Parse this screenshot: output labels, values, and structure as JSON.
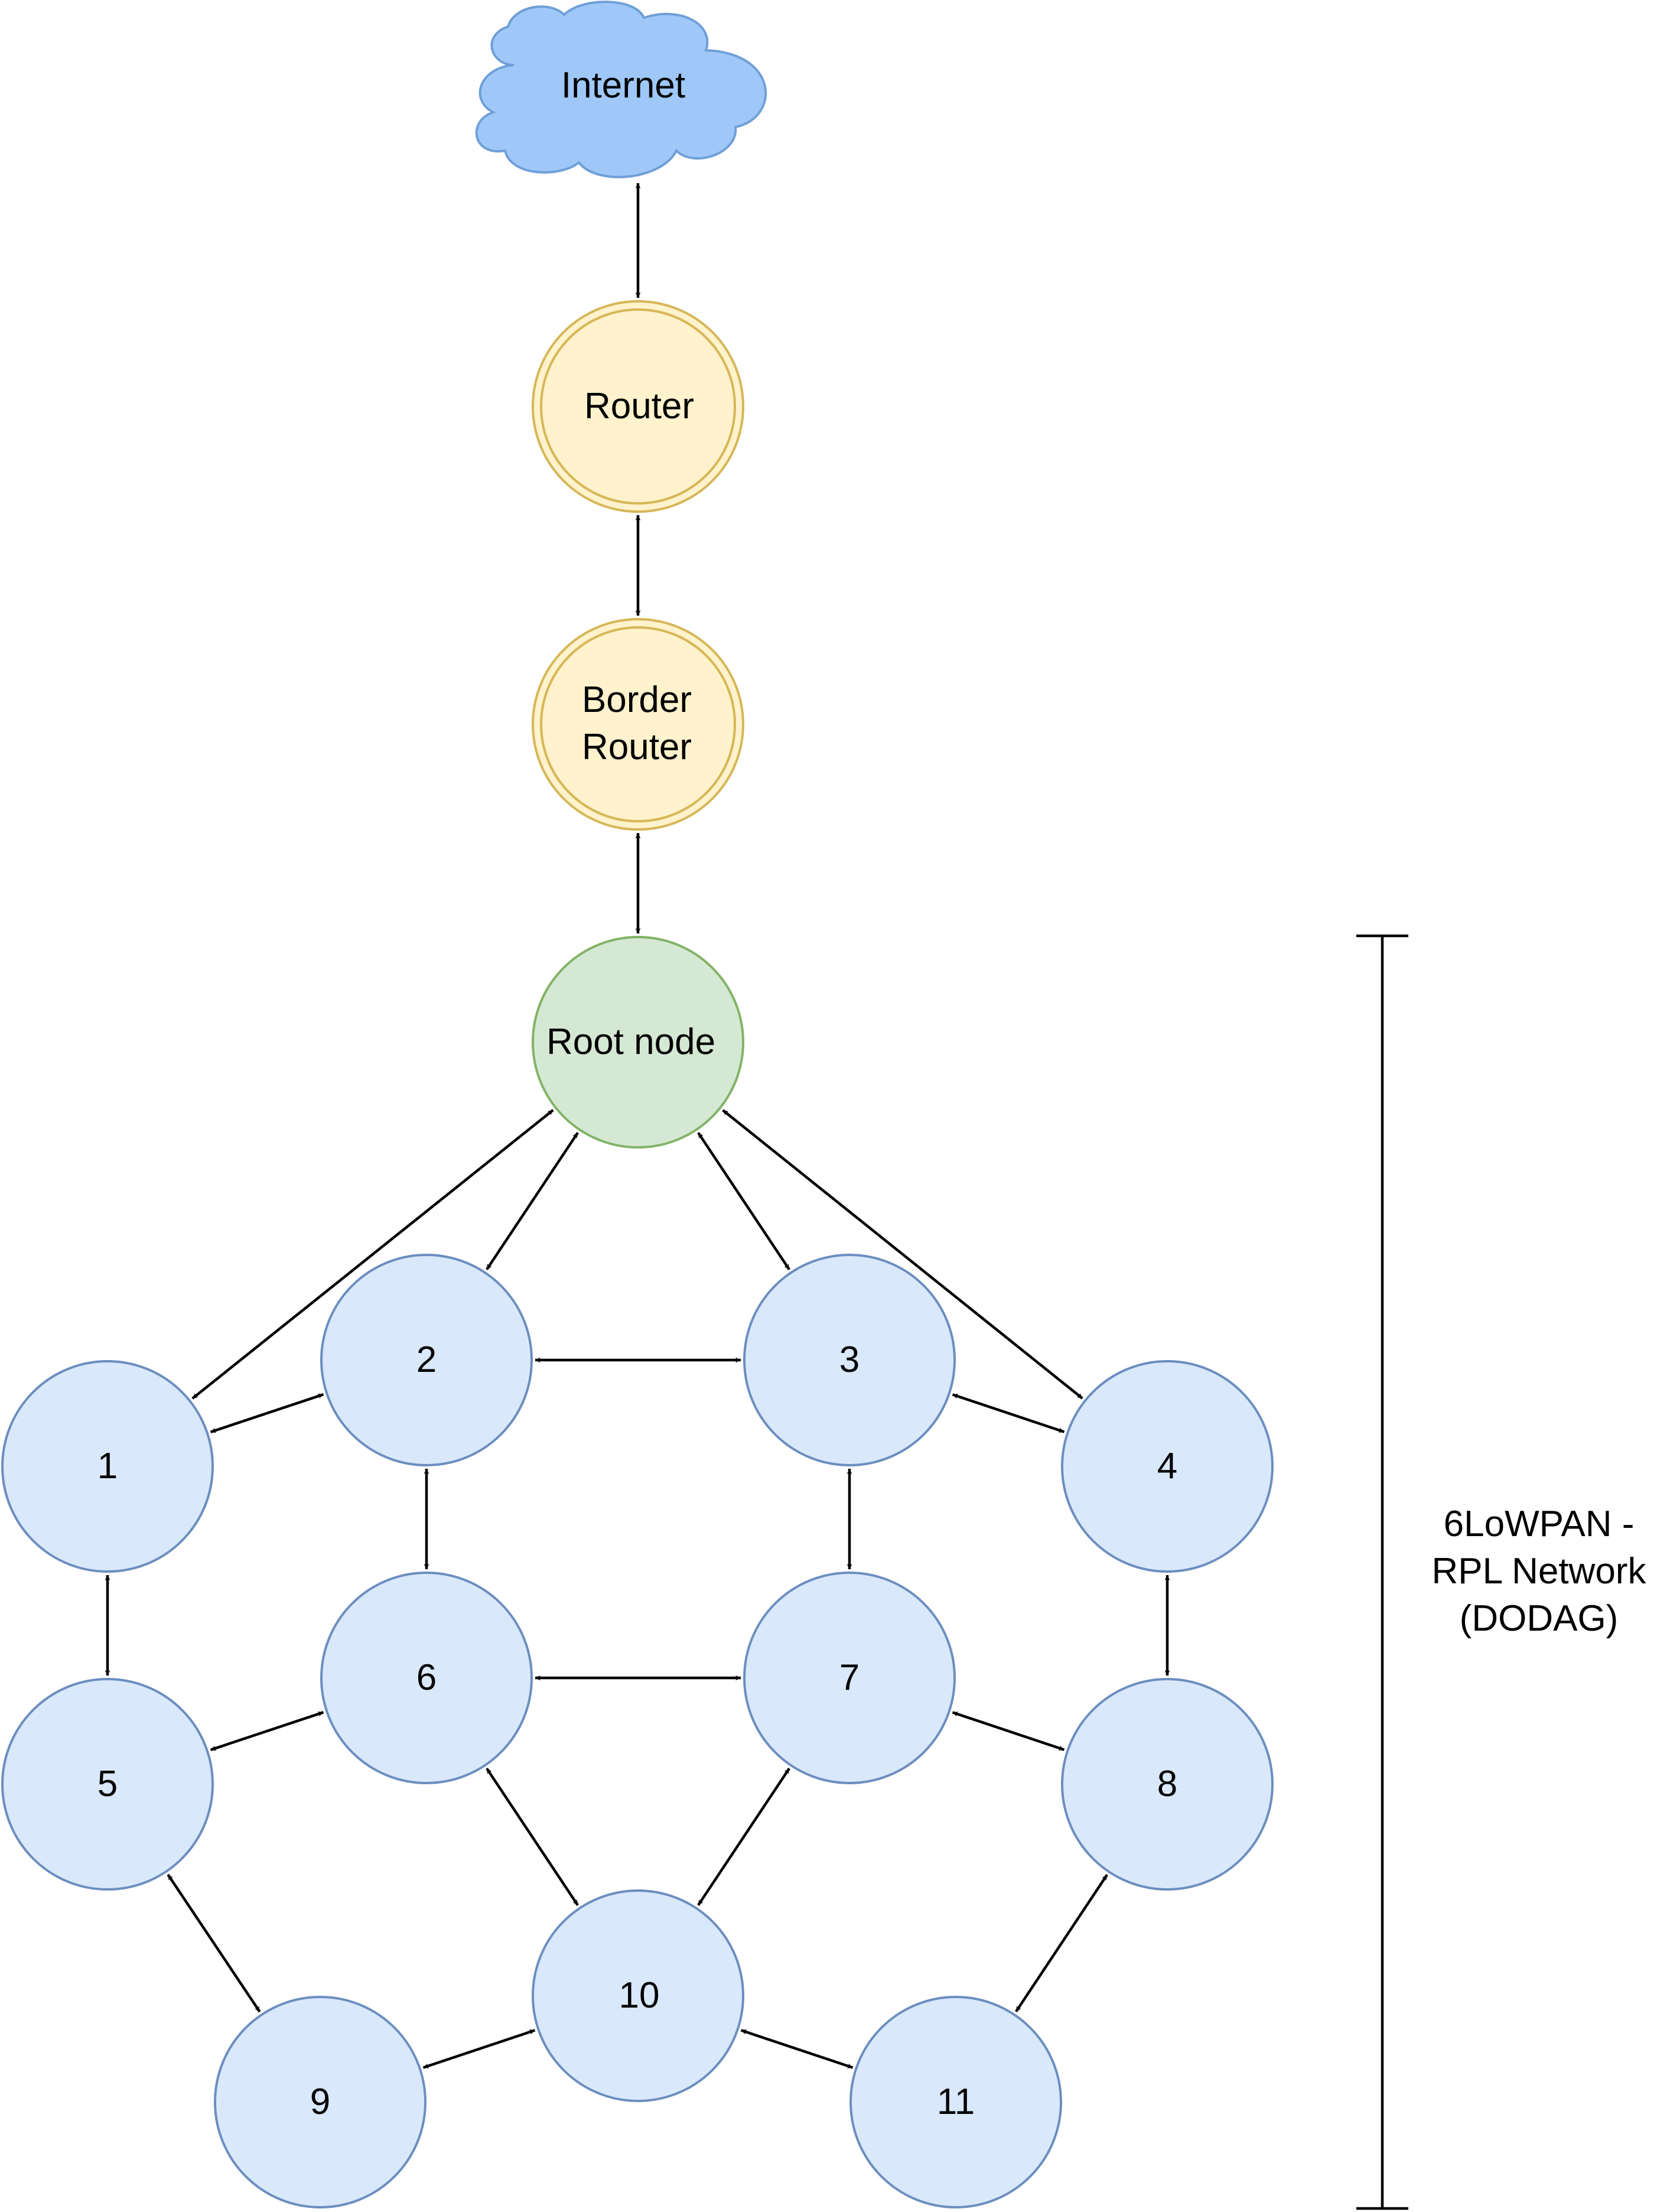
{
  "colors": {
    "cloud_fill": "#9fc8f8",
    "cloud_stroke": "#6f9fd8",
    "router_fill": "#fff2cc",
    "router_stroke": "#d6b656",
    "root_fill": "#d5e8d4",
    "root_stroke": "#82b366",
    "node_fill": "#dae8fc",
    "node_stroke": "#6c8ebf",
    "edge": "#000000"
  },
  "diagram": {
    "internet": "Internet",
    "router": "Router",
    "border_router_line1": "Border",
    "border_router_line2": "Router",
    "root_node": "Root node",
    "nodes": [
      "1",
      "2",
      "3",
      "4",
      "5",
      "6",
      "7",
      "8",
      "9",
      "10",
      "11"
    ],
    "network_label_line1": "6LoWPAN -",
    "network_label_line2": "RPL Network",
    "network_label_line3": "(DODAG)"
  },
  "edges": [
    [
      "internet",
      "router"
    ],
    [
      "router",
      "border"
    ],
    [
      "border",
      "root"
    ],
    [
      "root",
      "n1"
    ],
    [
      "root",
      "n2"
    ],
    [
      "root",
      "n3"
    ],
    [
      "root",
      "n4"
    ],
    [
      "n1",
      "n2"
    ],
    [
      "n2",
      "n3"
    ],
    [
      "n3",
      "n4"
    ],
    [
      "n1",
      "n5"
    ],
    [
      "n2",
      "n6"
    ],
    [
      "n3",
      "n7"
    ],
    [
      "n4",
      "n8"
    ],
    [
      "n5",
      "n6"
    ],
    [
      "n6",
      "n7"
    ],
    [
      "n7",
      "n8"
    ],
    [
      "n5",
      "n9"
    ],
    [
      "n6",
      "n10"
    ],
    [
      "n7",
      "n10"
    ],
    [
      "n8",
      "n11"
    ],
    [
      "n9",
      "n10"
    ],
    [
      "n10",
      "n11"
    ]
  ]
}
